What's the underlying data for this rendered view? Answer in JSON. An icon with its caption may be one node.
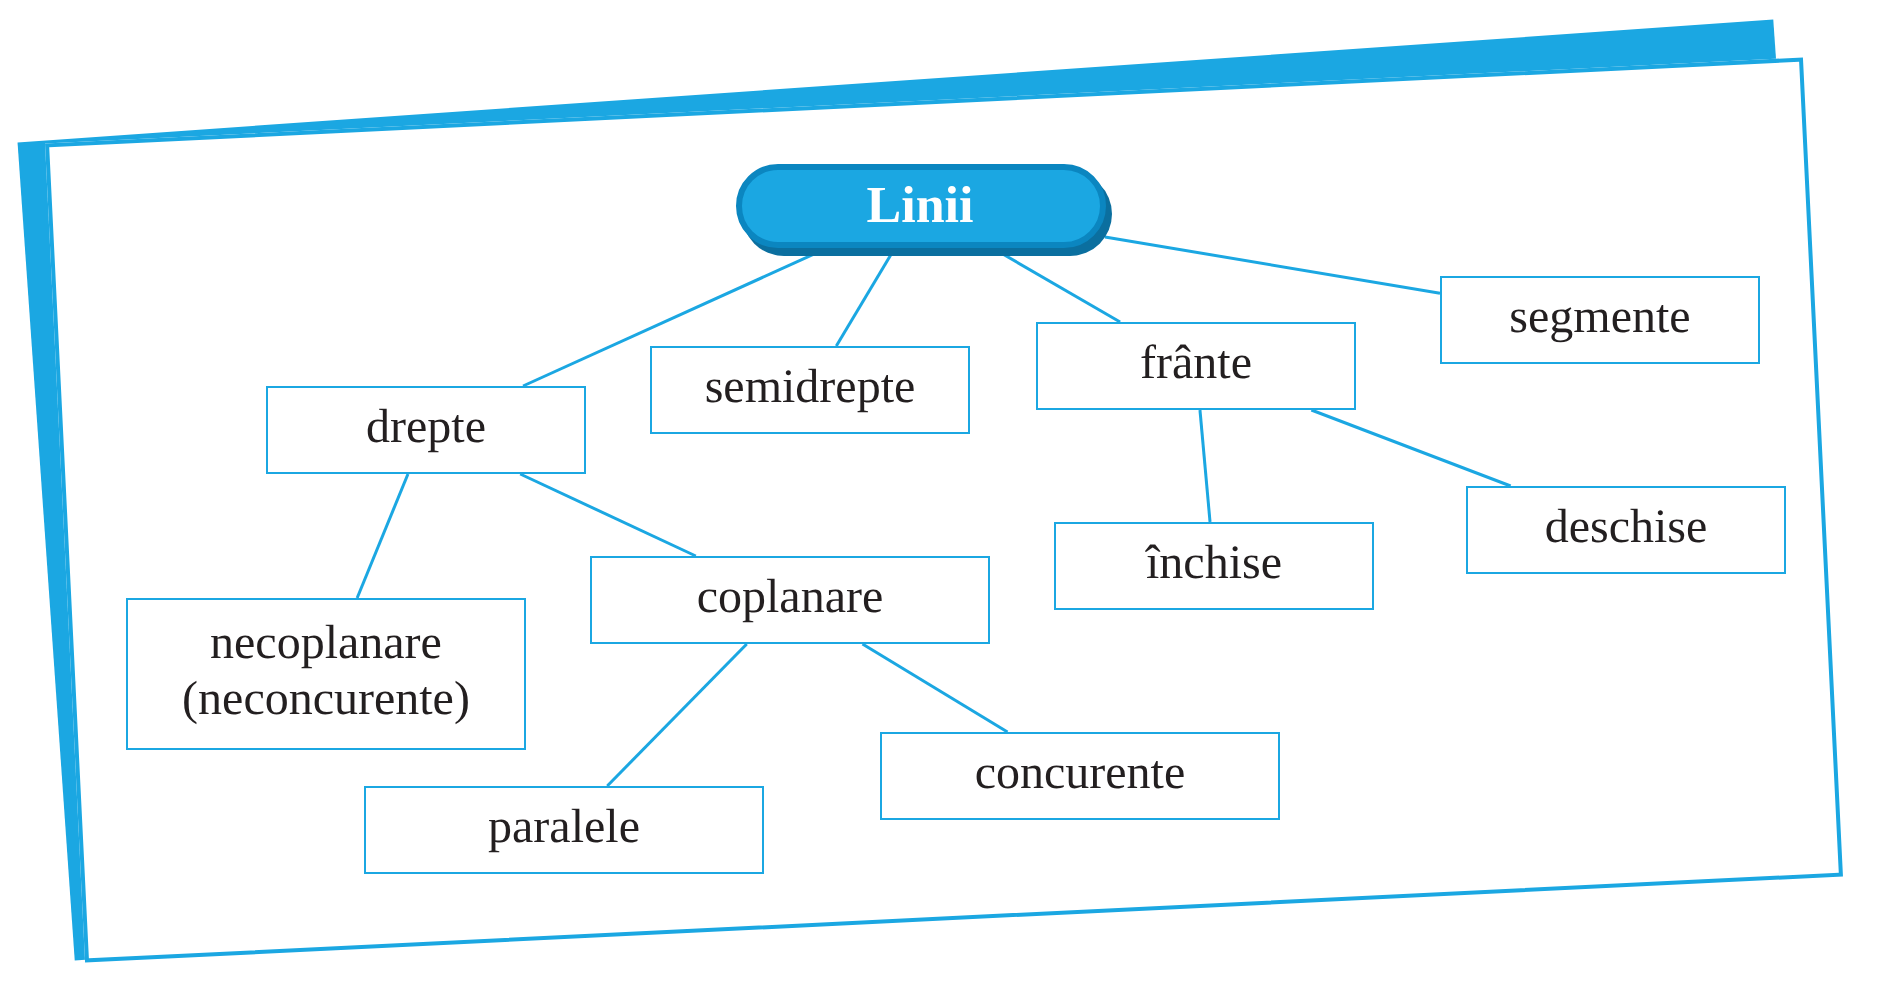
{
  "diagram": {
    "nodes": [
      {
        "text": [
          "Linii"
        ]
      },
      {
        "text": [
          "drepte"
        ]
      },
      {
        "text": [
          "semidrepte"
        ]
      },
      {
        "text": [
          "frânte"
        ]
      },
      {
        "text": [
          "segmente"
        ]
      },
      {
        "text": [
          "necoplanare (neconcurente)"
        ]
      },
      {
        "text": [
          "coplanare"
        ]
      },
      {
        "text": [
          "închise"
        ]
      },
      {
        "text": [
          "deschise"
        ]
      },
      {
        "text": [
          "paralele"
        ]
      },
      {
        "text": [
          "concurente"
        ]
      }
    ],
    "edges": [
      {
        "from": 0,
        "to": 1,
        "arrow": "none"
      },
      {
        "from": 0,
        "to": 2,
        "arrow": "none"
      },
      {
        "from": 0,
        "to": 3,
        "arrow": "none"
      },
      {
        "from": 0,
        "to": 4,
        "arrow": "none"
      },
      {
        "from": 1,
        "to": 5,
        "arrow": "none"
      },
      {
        "from": 1,
        "to": 6,
        "arrow": "none"
      },
      {
        "from": 3,
        "to": 7,
        "arrow": "none"
      },
      {
        "from": 3,
        "to": 8,
        "arrow": "none"
      },
      {
        "from": 6,
        "to": 9,
        "arrow": "none"
      },
      {
        "from": 6,
        "to": 10,
        "arrow": "none"
      }
    ]
  }
}
